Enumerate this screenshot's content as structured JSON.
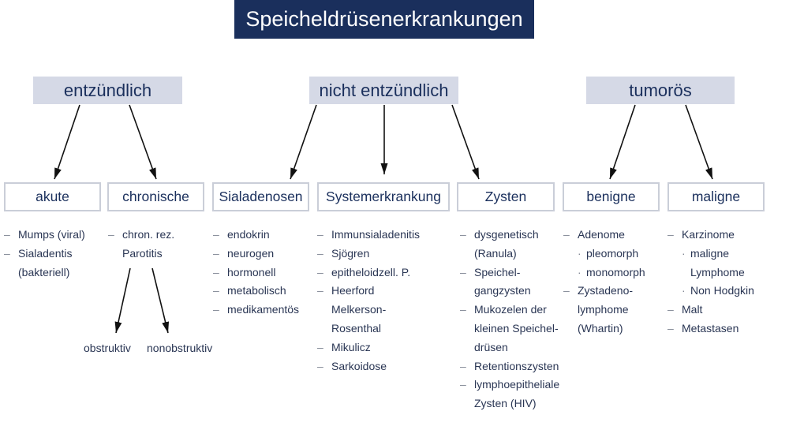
{
  "title": "Speicheldrüsenerkrankungen",
  "markers": {
    "main": "–",
    "sub": "·"
  },
  "colors": {
    "title_bg": "#1a2f5c",
    "title_text": "#ffffff",
    "category_bg": "#d5d9e6",
    "heading_text": "#1a2f5c",
    "box_border": "#caced8",
    "list_text": "#2a3654",
    "marker": "#858a97",
    "arrow": "#111111"
  },
  "categories": [
    {
      "label": "entzündlich"
    },
    {
      "label": "nicht entzündlich"
    },
    {
      "label": "tumorös"
    }
  ],
  "subcategories": [
    {
      "label": "akute",
      "items": [
        {
          "lines": [
            "Mumps (viral)"
          ]
        },
        {
          "lines": [
            "Sialadentis",
            "(bakteriell)"
          ]
        }
      ]
    },
    {
      "label": "chronische",
      "items": [
        {
          "lines": [
            "chron. rez.",
            "Parotitis"
          ]
        }
      ],
      "branches": [
        "obstruktiv",
        "nonobstruktiv"
      ]
    },
    {
      "label": "Sialadenosen",
      "items": [
        {
          "lines": [
            "endokrin"
          ]
        },
        {
          "lines": [
            "neurogen"
          ]
        },
        {
          "lines": [
            "hormonell"
          ]
        },
        {
          "lines": [
            "metabolisch"
          ]
        },
        {
          "lines": [
            "medikamentös"
          ]
        }
      ]
    },
    {
      "label": "Systemerkrankung",
      "items": [
        {
          "lines": [
            "Immunsialadenitis"
          ]
        },
        {
          "lines": [
            "Sjögren"
          ]
        },
        {
          "lines": [
            "epitheloidzell. P."
          ]
        },
        {
          "lines": [
            "Heerford",
            "Melkerson-",
            "Rosenthal"
          ]
        },
        {
          "lines": [
            "Mikulicz"
          ]
        },
        {
          "lines": [
            "Sarkoidose"
          ]
        }
      ]
    },
    {
      "label": "Zysten",
      "items": [
        {
          "lines": [
            "dysgenetisch",
            "(Ranula)"
          ]
        },
        {
          "lines": [
            "Speichel-",
            "gangzysten"
          ]
        },
        {
          "lines": [
            "Mukozelen der",
            "kleinen Speichel-",
            "drüsen"
          ]
        },
        {
          "lines": [
            "Retentionszysten"
          ]
        },
        {
          "lines": [
            "lymphoepitheliale",
            "Zysten (HIV)"
          ]
        }
      ]
    },
    {
      "label": "benigne",
      "items": [
        {
          "lines": [
            "Adenome"
          ],
          "sub": [
            {
              "lines": [
                "pleomorph"
              ]
            },
            {
              "lines": [
                "monomorph"
              ]
            }
          ]
        },
        {
          "lines": [
            "Zystadeno-",
            "lymphome",
            "(Whartin)"
          ]
        }
      ]
    },
    {
      "label": "maligne",
      "items": [
        {
          "lines": [
            "Karzinome"
          ],
          "sub": [
            {
              "lines": [
                "maligne",
                "Lymphome"
              ]
            },
            {
              "lines": [
                "Non Hodgkin"
              ]
            }
          ]
        },
        {
          "lines": [
            "Malt"
          ]
        },
        {
          "lines": [
            "Metastasen"
          ]
        }
      ]
    }
  ]
}
